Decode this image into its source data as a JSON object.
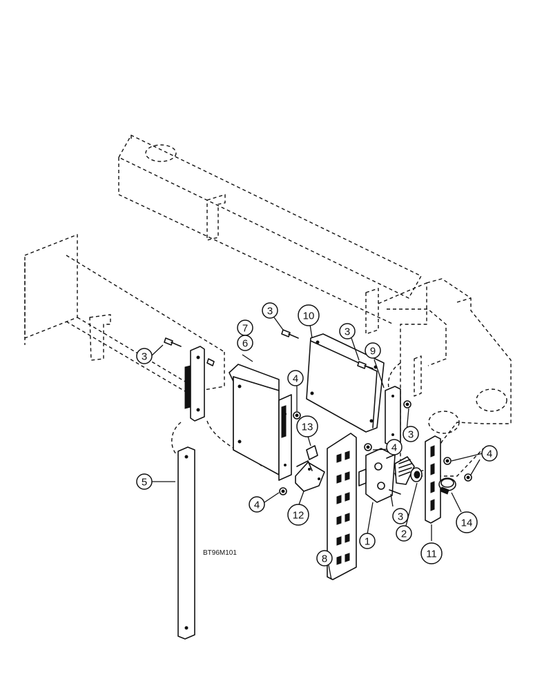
{
  "drawing_code": "BT96M101",
  "callouts": {
    "c1": "1",
    "c2": "2",
    "c3a": "3",
    "c3b": "3",
    "c3c": "3",
    "c3d": "3",
    "c3e": "3",
    "c4a": "4",
    "c4b": "4",
    "c4c": "4",
    "c4d": "4",
    "c5": "5",
    "c6": "6",
    "c7": "7",
    "c8": "8",
    "c9": "9",
    "c10": "10",
    "c11": "11",
    "c12": "12",
    "c13": "13",
    "c14": "14"
  }
}
